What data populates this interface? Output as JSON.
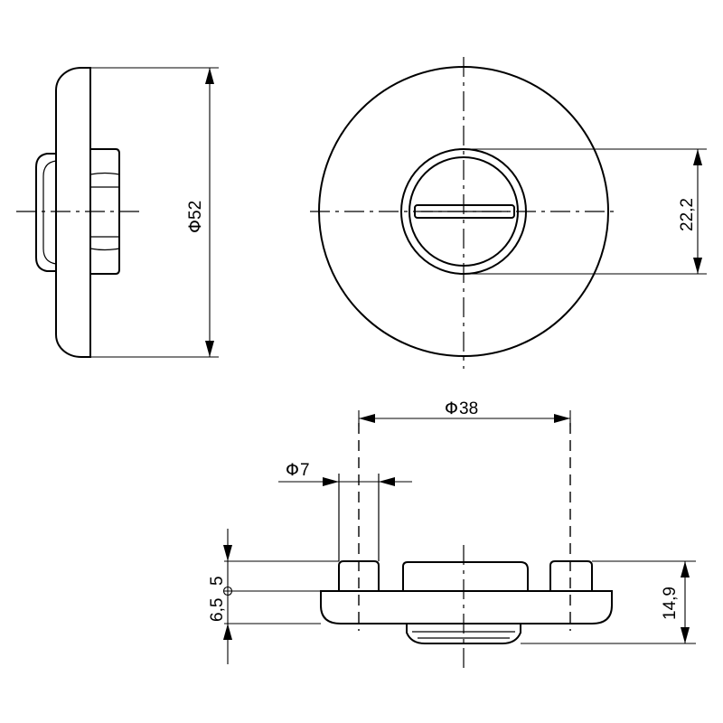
{
  "drawing": {
    "dimensions": {
      "outer_diameter": {
        "symbol": "Φ",
        "value": "52"
      },
      "knob_height": {
        "value": "22,2"
      },
      "pitch_diameter": {
        "symbol": "Φ",
        "value": "38"
      },
      "hole_diameter": {
        "symbol": "Φ",
        "value": "7"
      },
      "total_height": {
        "value": "14,9"
      },
      "left_dim_a": {
        "value": "6,5"
      },
      "left_dim_b": {
        "value": "5"
      }
    }
  }
}
